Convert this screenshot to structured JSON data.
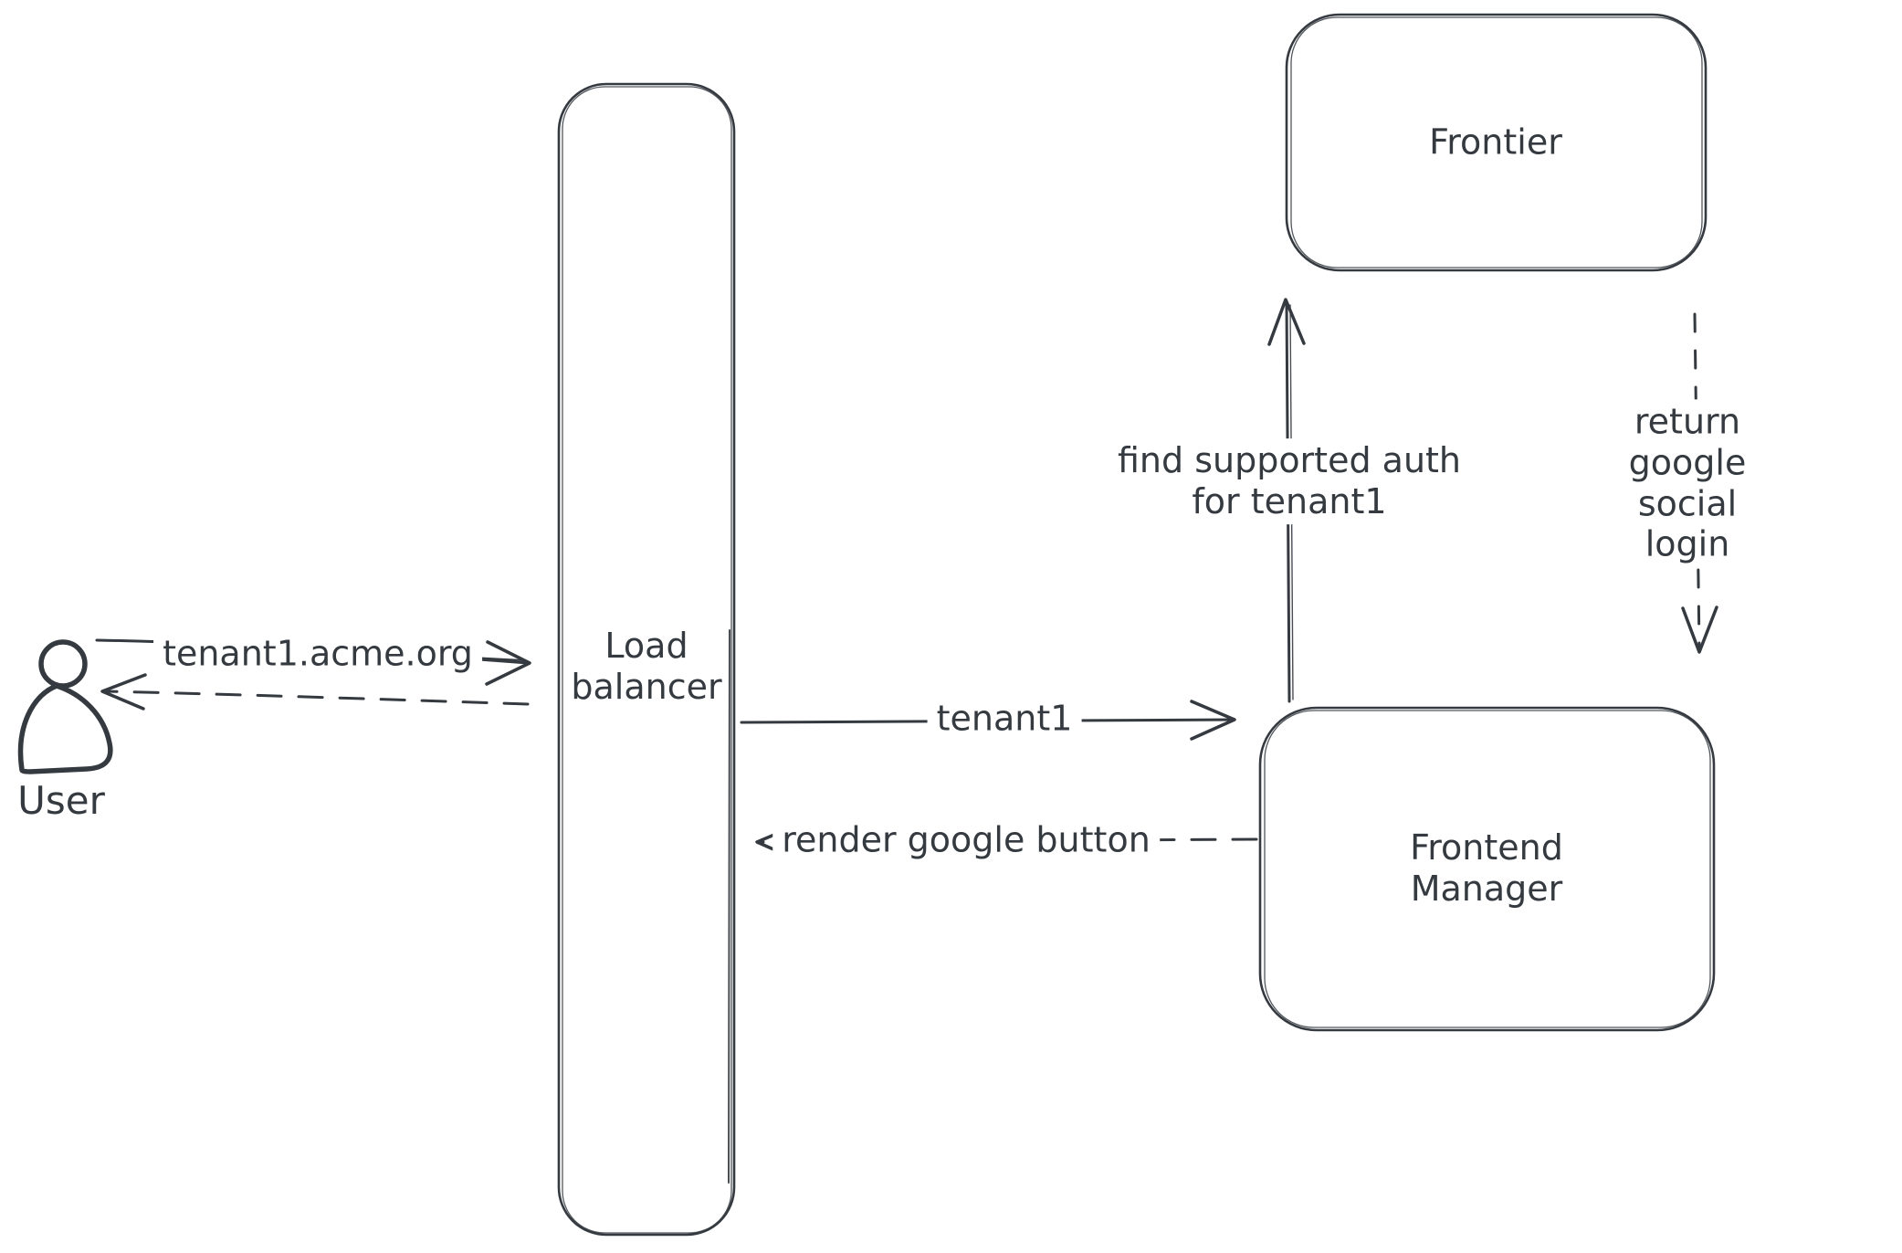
{
  "diagram": {
    "type": "architecture-sequence-sketch",
    "background": "#ffffff",
    "stroke_color": "#343a40",
    "hatch_fill_color": "#ccd6de"
  },
  "nodes": {
    "user": {
      "label": "User",
      "kind": "actor"
    },
    "load_balancer": {
      "label": "Load\nbalancer",
      "kind": "rounded-box"
    },
    "frontier": {
      "label": "Frontier",
      "kind": "rounded-box"
    },
    "frontend_manager": {
      "label": "Frontend\nManager",
      "kind": "rounded-box"
    }
  },
  "edges": {
    "request_domain": {
      "label": "tenant1.acme.org",
      "style": "solid",
      "from": "user",
      "to": "load_balancer"
    },
    "response_to_user": {
      "label": "",
      "style": "dashed",
      "from": "load_balancer",
      "to": "user"
    },
    "forward_tenant": {
      "label": "tenant1",
      "style": "solid",
      "from": "load_balancer",
      "to": "frontend_manager"
    },
    "render_button": {
      "label": "render google button",
      "style": "dashed",
      "from": "frontend_manager",
      "to": "load_balancer"
    },
    "find_auth": {
      "label": "find supported auth\nfor tenant1",
      "style": "solid",
      "from": "frontend_manager",
      "to": "frontier"
    },
    "return_login": {
      "label": "return google social\nlogin",
      "style": "dashed",
      "from": "frontier",
      "to": "frontend_manager"
    }
  }
}
